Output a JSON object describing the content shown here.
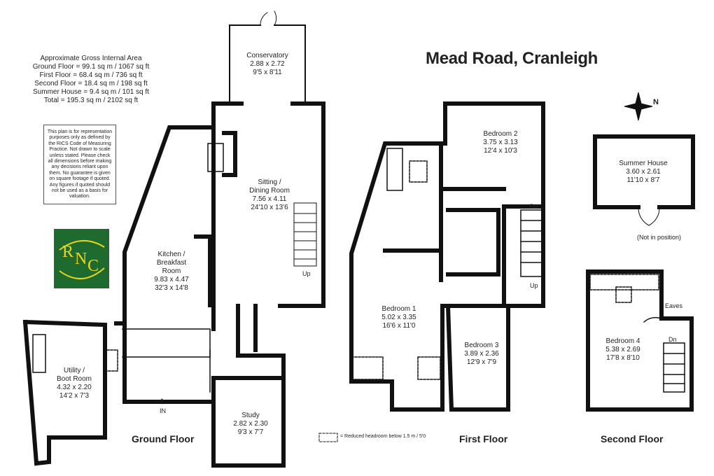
{
  "title": "Mead Road, Cranleigh",
  "areas": {
    "heading": "Approximate Gross Internal Area",
    "lines": [
      "Ground Floor = 99.1 sq m / 1067 sq ft",
      "First Floor = 68.4 sq m / 736 sq ft",
      "Second Floor = 18.4 sq m / 198 sq ft",
      "Summer House = 9.4 sq m / 101 sq ft",
      "Total = 195.3 sq m / 2102 sq ft"
    ]
  },
  "disclaimer": "This plan is for representation purposes only as defined by the RICS Code of Measuring Practice. Not drawn to scale unless stated. Please check all dimensions before making any decisions reliant upon them. No guarantee is given on square footage if quoted. Any figures if quoted should not be used as a basis for valuation.",
  "logo": {
    "letters": [
      "R",
      "N",
      "C"
    ],
    "background": "#1f6b2f",
    "accent": "#e8d51a"
  },
  "compass": {
    "label": "N"
  },
  "floors": {
    "ground": "Ground Floor",
    "first": "First Floor",
    "second": "Second Floor"
  },
  "rooms": {
    "conservatory": {
      "name": "Conservatory",
      "metric": "2.88 x 2.72",
      "imperial": "9'5 x 8'11"
    },
    "sitting": {
      "name1": "Sitting /",
      "name2": "Dining Room",
      "metric": "7.56 x 4.11",
      "imperial": "24'10 x 13'6"
    },
    "kitchen": {
      "name1": "Kitchen /",
      "name2": "Breakfast",
      "name3": "Room",
      "metric": "9.83 x 4.47",
      "imperial": "32'3 x 14'8"
    },
    "utility": {
      "name1": "Utility /",
      "name2": "Boot Room",
      "metric": "4.32 x 2.20",
      "imperial": "14'2 x 7'3"
    },
    "study": {
      "name": "Study",
      "metric": "2.82 x 2.30",
      "imperial": "9'3 x 7'7"
    },
    "bedroom1": {
      "name": "Bedroom 1",
      "metric": "5.02 x 3.35",
      "imperial": "16'6 x 11'0"
    },
    "bedroom2": {
      "name": "Bedroom 2",
      "metric": "3.75 x 3.13",
      "imperial": "12'4 x 10'3"
    },
    "bedroom3": {
      "name": "Bedroom 3",
      "metric": "3.89 x 2.36",
      "imperial": "12'9 x 7'9"
    },
    "bedroom4": {
      "name": "Bedroom 4",
      "metric": "5.38 x 2.69",
      "imperial": "17'8 x 8'10"
    },
    "summer": {
      "name": "Summer House",
      "metric": "3.60 x 2.61",
      "imperial": "11'10 x 8'7"
    }
  },
  "labels": {
    "up": "Up",
    "dn": "Dn",
    "in": "IN",
    "eaves": "Eaves",
    "not_in_position": "(Not in position)",
    "reduced_headroom": "= Reduced headroom below 1.5 m / 5'0"
  }
}
